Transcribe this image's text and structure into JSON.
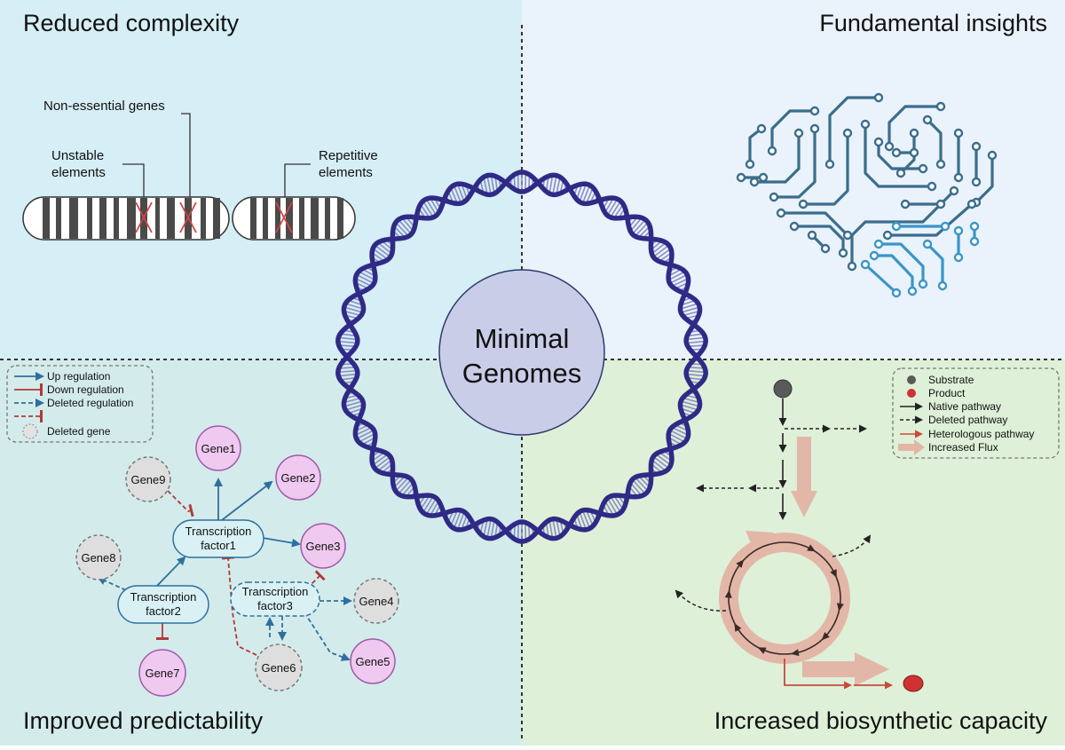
{
  "center": {
    "line1": "Minimal",
    "line2": "Genomes"
  },
  "quadrants": {
    "top_left": {
      "title": "Reduced complexity",
      "labels": {
        "non_essential": "Non-essential genes",
        "unstable_1": "Unstable",
        "unstable_2": "elements",
        "repetitive_1": "Repetitive",
        "repetitive_2": "elements"
      }
    },
    "top_right": {
      "title": "Fundamental insights"
    },
    "bottom_left": {
      "title": "Improved predictability",
      "legend": [
        "Up regulation",
        "Down regulation",
        "Deleted regulation",
        "Deleted gene"
      ],
      "nodes": {
        "gene1": "Gene1",
        "gene2": "Gene2",
        "gene3": "Gene3",
        "gene4": "Gene4",
        "gene5": "Gene5",
        "gene6": "Gene6",
        "gene7": "Gene7",
        "gene8": "Gene8",
        "gene9": "Gene9",
        "tf1_1": "Transcription",
        "tf1_2": "factor1",
        "tf2_1": "Transcription",
        "tf2_2": "factor2",
        "tf3_1": "Transcription",
        "tf3_2": "factor3"
      }
    },
    "bottom_right": {
      "title": "Increased biosynthetic capacity",
      "legend": [
        "Substrate",
        "Product",
        "Native pathway",
        "Deleted pathway",
        "Heterologous pathway",
        "Increased Flux"
      ]
    }
  },
  "colors": {
    "tl_bg": "#d6eef5",
    "tr_bg": "#eaf2fb",
    "bl_bg": "#d3eceb",
    "br_bg": "#def0d8",
    "up": "#2f6f9f",
    "down": "#b03a3a",
    "gene": "#efc9ef",
    "gene_stroke": "#a05aa8",
    "deleted_gene": "#d9d9d9",
    "tf": "#d9f1f4",
    "dna": "#2f2a86",
    "circle": "#c9cde8",
    "flux": "#e3b7a7",
    "hetero": "#c94a3a",
    "brain_dark": "#3a6d8c",
    "brain_light": "#3b95c8"
  }
}
